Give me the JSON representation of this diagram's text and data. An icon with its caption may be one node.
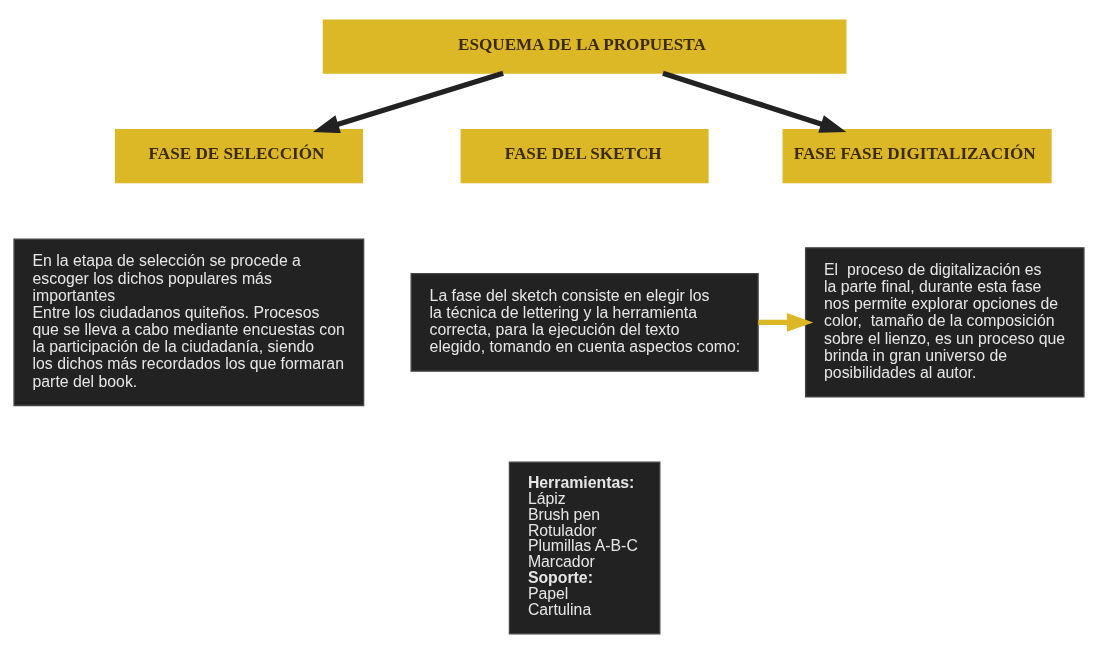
{
  "diagram": {
    "nodes": [
      {
        "text": [
          "ESQUEMA DE LA PROPUESTA"
        ]
      },
      {
        "text": [
          "FASE DE SELECCIÓN"
        ]
      },
      {
        "text": [
          "FASE DEL SKETCH"
        ]
      },
      {
        "text": [
          "FASE FASE DIGITALIZACIÓN"
        ]
      },
      {
        "text": [
          "En la etapa de selección se procede a escoger los dichos populares más importantes",
          "Entre los ciudadanos quiteños. Procesos que se lleva a cabo mediante encuestas con la participación de la ciudadanía, siendo los dichos más recordados los que formaran parte del book."
        ]
      },
      {
        "text": [
          "La fase del sketch consiste en elegir los la técnica de lettering y la herramienta correcta, para la ejecución del texto elegido, tomando en cuenta aspectos como:"
        ]
      },
      {
        "text": [
          "Herramientas:",
          "Lápiz",
          "Brush pen",
          "Rotulador",
          "Plumillas A-B-C",
          "Marcador",
          "Soporte:",
          "Papel",
          "Cartulina"
        ]
      },
      {
        "text": [
          "El  proceso de digitalización es la parte final, durante esta fase nos permite explorar opciones de color,  tamaño de la composición sobre el lienzo, es un proceso que brinda in gran universo de posibilidades al autor."
        ]
      }
    ],
    "edges": [
      {
        "from": 0,
        "to": 1,
        "arrow": "to"
      },
      {
        "from": 0,
        "to": 3,
        "arrow": "to"
      },
      {
        "from": 5,
        "to": 7,
        "arrow": "to",
        "color": "#dcb826"
      }
    ]
  }
}
